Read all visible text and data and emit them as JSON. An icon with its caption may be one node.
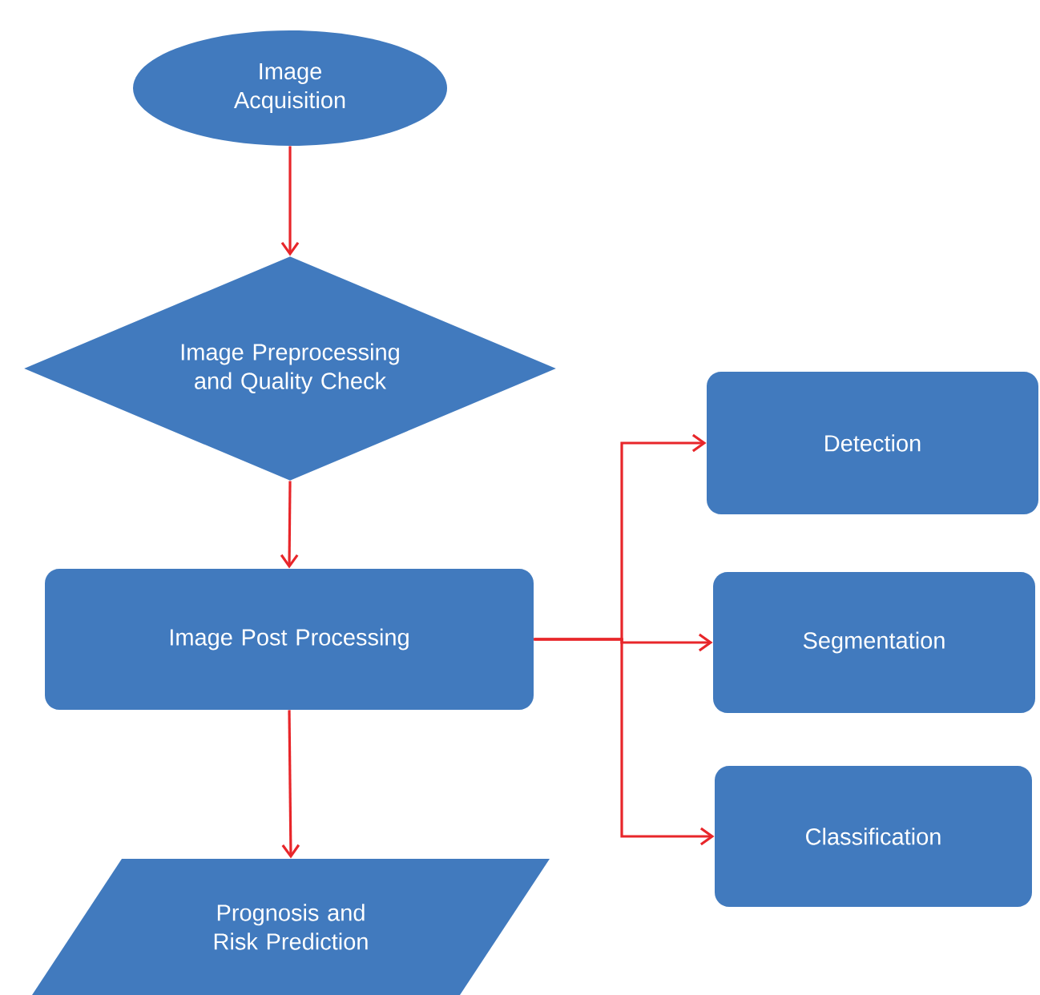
{
  "diagram": {
    "nodes": [
      {
        "text": [
          "Image Acquisition"
        ]
      },
      {
        "text": [
          "Image Preprocessing and Quality Check"
        ]
      },
      {
        "text": [
          "Image Post Processing"
        ]
      },
      {
        "text": [
          "Prognosis and Risk Prediction"
        ]
      },
      {
        "text": [
          "Detection"
        ]
      },
      {
        "text": [
          "Segmentation"
        ]
      },
      {
        "text": [
          "Classification"
        ]
      }
    ],
    "edges": [
      {
        "from": 0,
        "to": 1,
        "arrow": "to"
      },
      {
        "from": 1,
        "to": 2,
        "arrow": "to"
      },
      {
        "from": 2,
        "to": 3,
        "arrow": "to"
      },
      {
        "from": 2,
        "to": 4,
        "arrow": "to"
      },
      {
        "from": 2,
        "to": 5,
        "arrow": "to"
      },
      {
        "from": 2,
        "to": 6,
        "arrow": "to"
      }
    ]
  }
}
